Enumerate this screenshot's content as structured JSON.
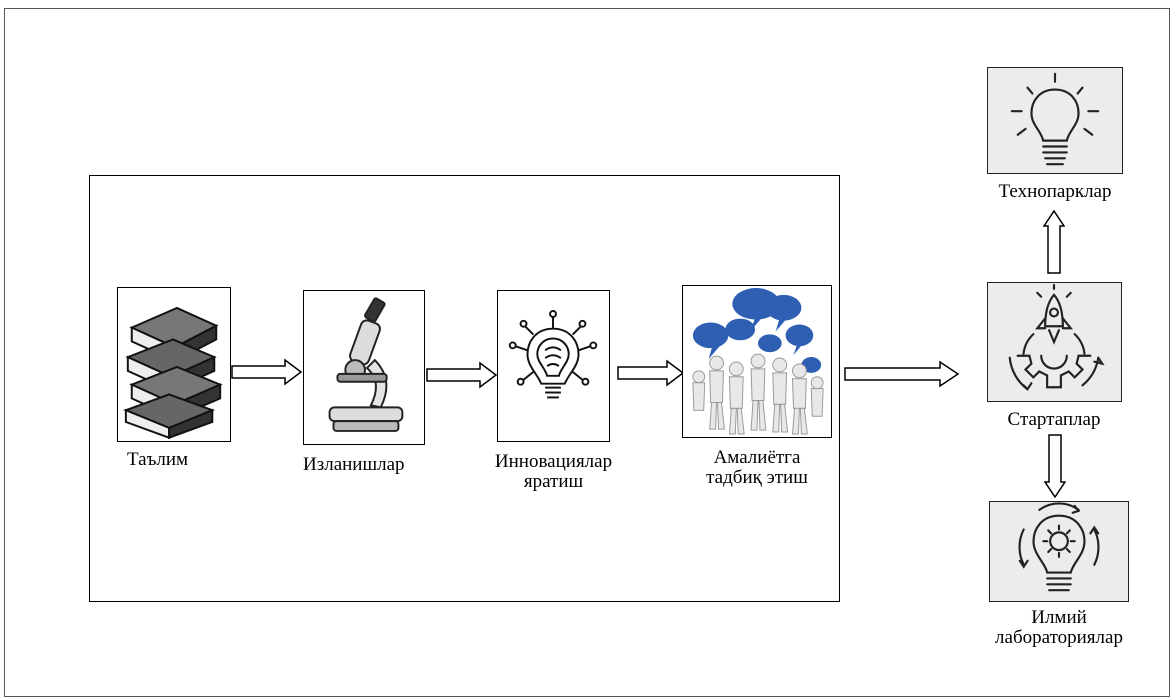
{
  "nodes": {
    "talim": "Таълим",
    "izlanishlar": "Изланишлар",
    "innovatsiyalar_line1": "Инновациялар",
    "innovatsiyalar_line2": "яратиш",
    "amaliyotga_line1": "Амалиётга",
    "amaliyotga_line2": "тадбиқ этиш",
    "texnoparklar": "Технопарклар",
    "startaplar": "Стартаплар",
    "ilmiy_line1": "Илмий",
    "ilmiy_line2": "лабораториялар"
  },
  "icons": {
    "talim": "books-icon",
    "izlanishlar": "microscope-icon",
    "innovatsiyalar": "lightbulb-circuit-icon",
    "amaliyotga": "people-speech-bubbles-icon",
    "texnoparklar": "lightbulb-icon",
    "startaplar": "rocket-gear-icon",
    "ilmiy": "gear-bulb-icon"
  },
  "colors": {
    "bubble_blue": "#2f5fb3",
    "panel_grey": "#ececec"
  }
}
